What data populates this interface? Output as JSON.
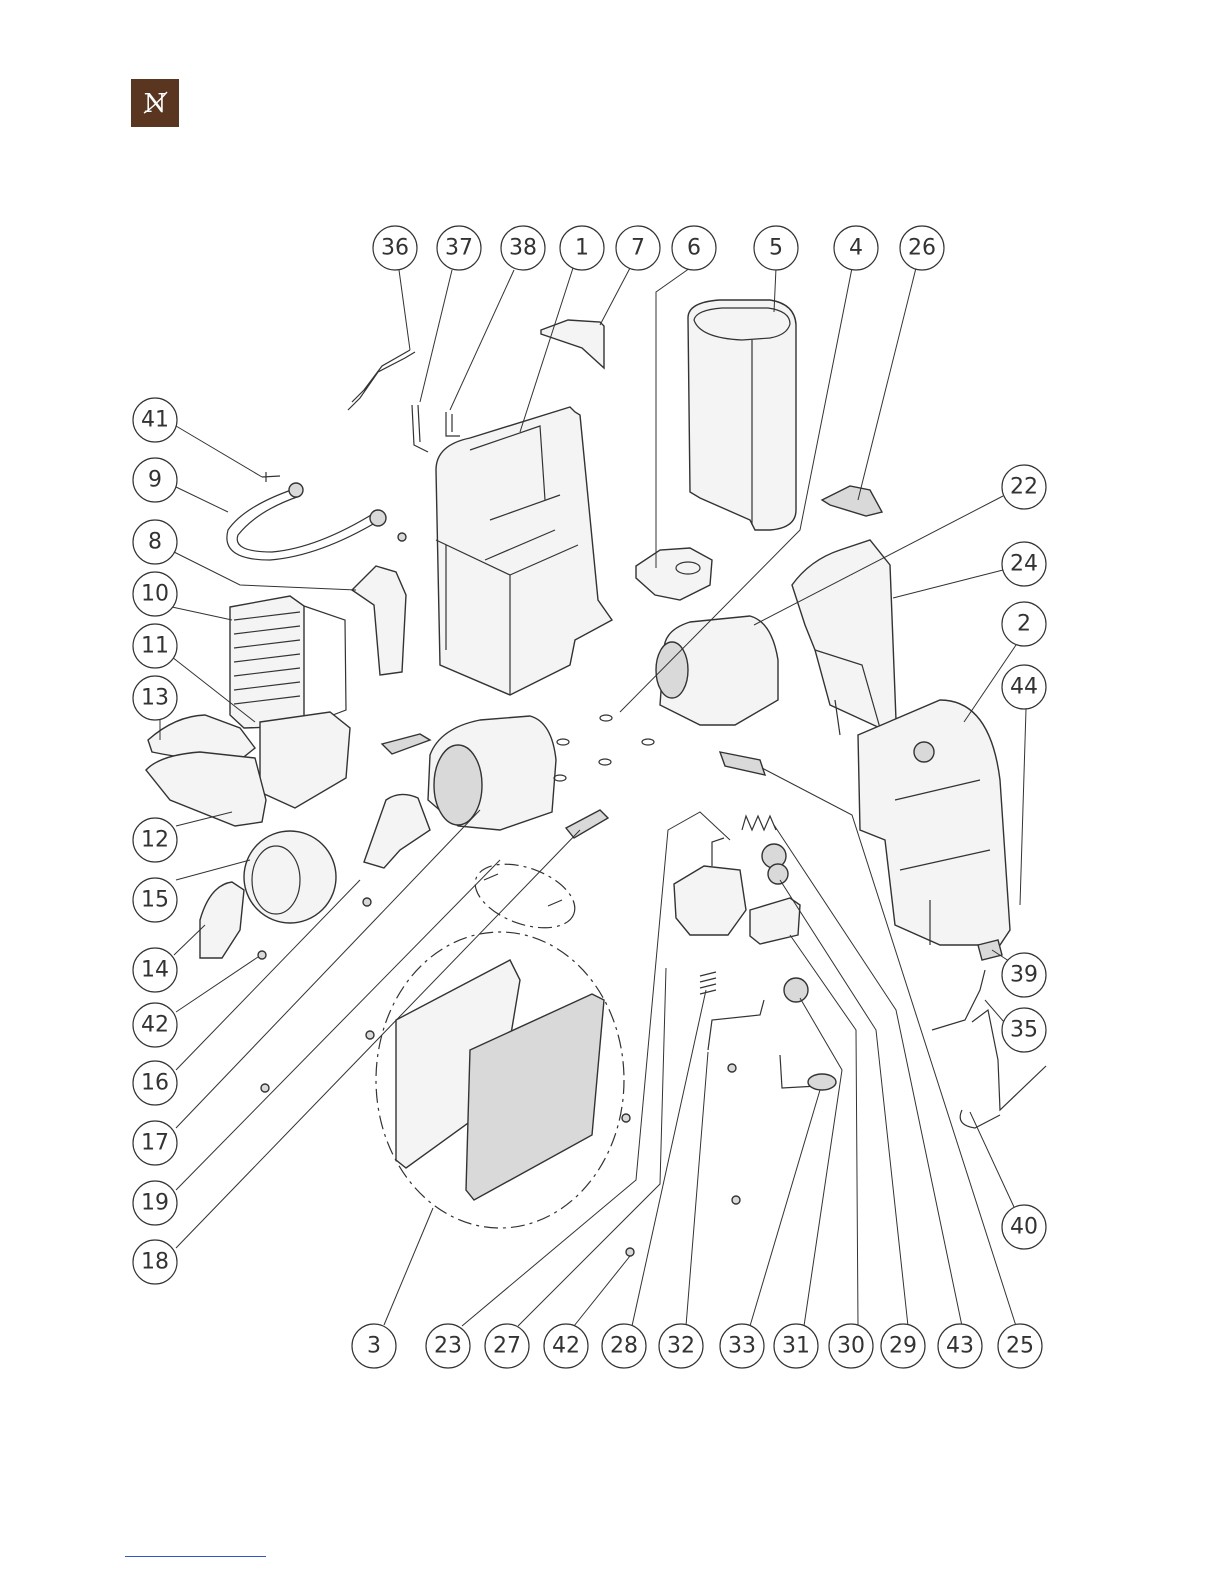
{
  "logo": {
    "letter": "N",
    "color": "#5a3520"
  },
  "colors": {
    "line": "#333333",
    "fill": "#f4f4f4",
    "rule": "#3355cc"
  },
  "callouts": {
    "top": [
      "36",
      "37",
      "38",
      "1",
      "7",
      "6",
      "5",
      "4",
      "26"
    ],
    "left": [
      "41",
      "9",
      "8",
      "10",
      "11",
      "13",
      "12",
      "15",
      "14",
      "42",
      "16",
      "17",
      "19",
      "18"
    ],
    "right": [
      "22",
      "24",
      "2",
      "44",
      "39",
      "35",
      "40"
    ],
    "bottom": [
      "3",
      "23",
      "27",
      "42",
      "28",
      "32",
      "33",
      "31",
      "30",
      "29",
      "43",
      "25"
    ]
  }
}
